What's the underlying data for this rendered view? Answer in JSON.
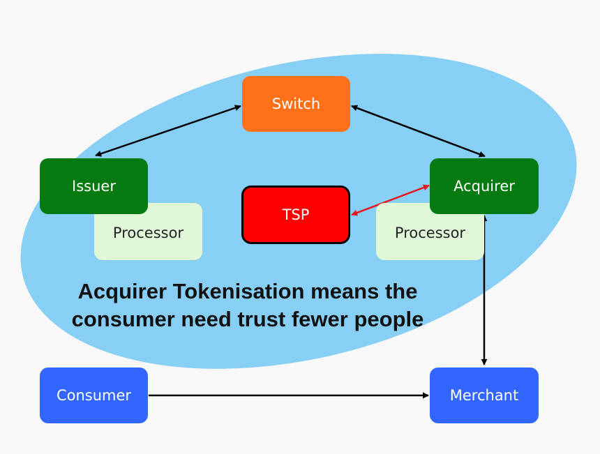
{
  "nodes": {
    "switch": {
      "label": "Switch",
      "color": "#ff7018"
    },
    "issuer": {
      "label": "Issuer",
      "color": "#047a10"
    },
    "acquirer": {
      "label": "Acquirer",
      "color": "#047a10"
    },
    "tsp": {
      "label": "TSP",
      "color": "#ff0000"
    },
    "processor_left": {
      "label": "Processor",
      "color": "#e0f8d8"
    },
    "processor_right": {
      "label": "Processor",
      "color": "#e0f8d8"
    },
    "consumer": {
      "label": "Consumer",
      "color": "#3366ff"
    },
    "merchant": {
      "label": "Merchant",
      "color": "#3366ff"
    }
  },
  "headline": "Acquirer Tokenisation means the consumer need trust fewer people",
  "colors": {
    "trust_ellipse": "#87cff4",
    "arrow": "#000000",
    "token_arrow": "#e8141e"
  },
  "edges": [
    {
      "from": "issuer",
      "to": "switch",
      "style": "bidirectional"
    },
    {
      "from": "switch",
      "to": "acquirer",
      "style": "bidirectional"
    },
    {
      "from": "acquirer",
      "to": "tsp",
      "style": "bidirectional",
      "highlight": true
    },
    {
      "from": "acquirer",
      "to": "merchant",
      "style": "bidirectional"
    },
    {
      "from": "consumer",
      "to": "merchant",
      "style": "directed"
    }
  ]
}
